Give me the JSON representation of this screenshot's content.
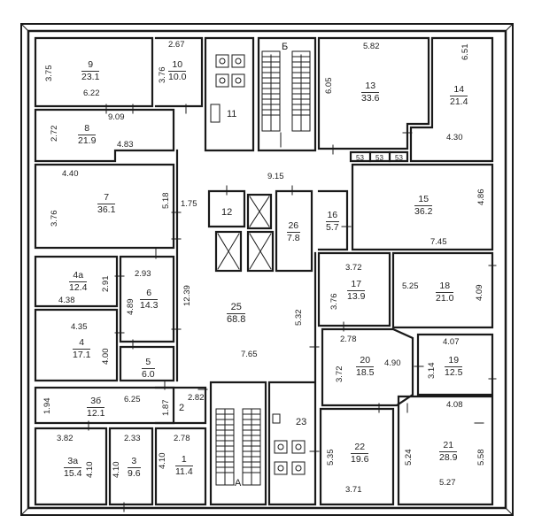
{
  "rooms": [
    {
      "id": "9",
      "num": "9",
      "area": "23.1"
    },
    {
      "id": "10",
      "num": "10",
      "area": "10.0"
    },
    {
      "id": "11",
      "num": "11",
      "area": ""
    },
    {
      "id": "8",
      "num": "8",
      "area": "21.9"
    },
    {
      "id": "13",
      "num": "13",
      "area": "33.6"
    },
    {
      "id": "14",
      "num": "14",
      "area": "21.4"
    },
    {
      "id": "7",
      "num": "7",
      "area": "36.1"
    },
    {
      "id": "12",
      "num": "12",
      "area": ""
    },
    {
      "id": "26",
      "num": "26",
      "area": "7.8"
    },
    {
      "id": "16",
      "num": "16",
      "area": "5.7"
    },
    {
      "id": "15",
      "num": "15",
      "area": "36.2"
    },
    {
      "id": "4a",
      "num": "4а",
      "area": "12.4"
    },
    {
      "id": "6",
      "num": "6",
      "area": "14.3"
    },
    {
      "id": "25",
      "num": "25",
      "area": "68.8"
    },
    {
      "id": "17",
      "num": "17",
      "area": "13.9"
    },
    {
      "id": "18",
      "num": "18",
      "area": "21.0"
    },
    {
      "id": "4",
      "num": "4",
      "area": "17.1"
    },
    {
      "id": "5",
      "num": "5",
      "area": "6.0"
    },
    {
      "id": "20",
      "num": "20",
      "area": "18.5"
    },
    {
      "id": "19",
      "num": "19",
      "area": "12.5"
    },
    {
      "id": "3b",
      "num": "3б",
      "area": "12.1"
    },
    {
      "id": "2",
      "num": "2",
      "area": ""
    },
    {
      "id": "23",
      "num": "23",
      "area": ""
    },
    {
      "id": "3a",
      "num": "3а",
      "area": "15.4"
    },
    {
      "id": "3",
      "num": "3",
      "area": "9.6"
    },
    {
      "id": "1",
      "num": "1",
      "area": "11.4"
    },
    {
      "id": "22",
      "num": "22",
      "area": "19.6"
    },
    {
      "id": "21",
      "num": "21",
      "area": "28.9"
    }
  ],
  "stairs": {
    "b": "Б",
    "a": "А"
  },
  "dimensions": {
    "d267": "2.67",
    "d375": "3.75",
    "d376a": "3.76",
    "d622": "6.22",
    "d909": "9.09",
    "d272": "2.72",
    "d483": "4.83",
    "d582": "5.82",
    "d651": "6.51",
    "d605": "6.05",
    "d430": "4.30",
    "d440": "4.40",
    "d915": "9.15",
    "d376b": "3.76",
    "d518": "5.18",
    "d175": "1.75",
    "d486": "4.86",
    "d745": "7.45",
    "d293": "2.93",
    "d291": "2.91",
    "d1239": "12.39",
    "d438": "4.38",
    "d372a": "3.72",
    "d525": "5.25",
    "d376c": "3.76",
    "d409": "4.09",
    "d435": "4.35",
    "d489": "4.89",
    "d532": "5.32",
    "d400": "4.00",
    "d278a": "2.78",
    "d407": "4.07",
    "d765": "7.65",
    "d372b": "3.72",
    "d490": "4.90",
    "d314": "3.14",
    "d194": "1.94",
    "d625": "6.25",
    "d282": "2.82",
    "d187": "1.87",
    "d408": "4.08",
    "d382": "3.82",
    "d233": "2.33",
    "d278b": "2.78",
    "d410a": "4.10",
    "d410b": "4.10",
    "d410c": "4.10",
    "d535": "5.35",
    "d524": "5.24",
    "d558": "5.58",
    "d371": "3.71",
    "d527": "5.27",
    "d53a": "53",
    "d53b": "53",
    "d53c": "53"
  }
}
